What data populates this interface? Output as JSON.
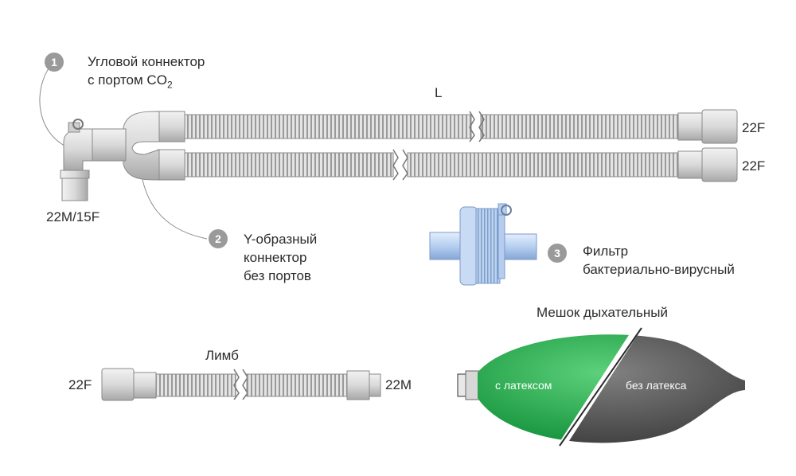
{
  "connector_angle": {
    "number": "1",
    "line1": "Угловой коннектор",
    "line2_prefix": "с портом CO",
    "line2_sub": "2"
  },
  "connector_y": {
    "number": "2",
    "line1": "Y-образный",
    "line2": "коннектор",
    "line3": "без портов"
  },
  "filter": {
    "number": "3",
    "line1": "Фильтр",
    "line2": "бактериально-вирусный"
  },
  "length_label": "L",
  "port_left": "22M/15F",
  "port_top_right": "22F",
  "port_bottom_right": "22F",
  "limb": {
    "title": "Лимб",
    "left_port": "22F",
    "right_port": "22M"
  },
  "bag": {
    "title": "Мешок дыхательный",
    "latex": "с латексом",
    "no_latex": "без латекса"
  },
  "colors": {
    "latex_bag": "#1fa54a",
    "nonlatex_bag": "#5c5c5c",
    "filter_blue": "#a9c6ec",
    "tube_gray": "#d4d4d4"
  }
}
